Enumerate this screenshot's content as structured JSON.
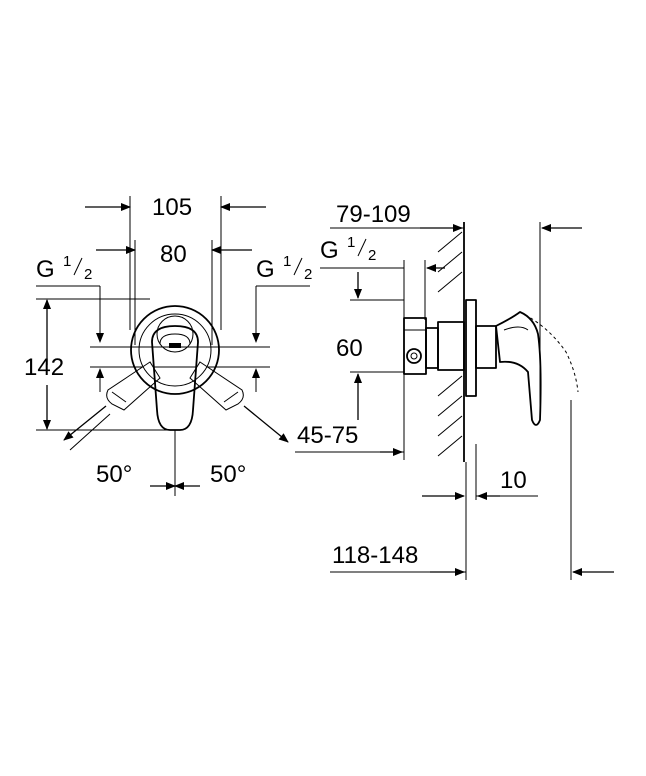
{
  "front_view": {
    "width_overall": "105",
    "width_inner": "80",
    "thread_left": {
      "letter": "G",
      "num": "1",
      "den": "2"
    },
    "thread_right": {
      "letter": "G",
      "num": "1",
      "den": "2"
    },
    "height": "142",
    "angle_left": "50°",
    "angle_right": "50°"
  },
  "side_view": {
    "depth_range": "79-109",
    "thread": {
      "letter": "G",
      "num": "1",
      "den": "2"
    },
    "height": "60",
    "inlet_range": "45-75",
    "wall_offset": "10",
    "total_depth": "118-148"
  }
}
